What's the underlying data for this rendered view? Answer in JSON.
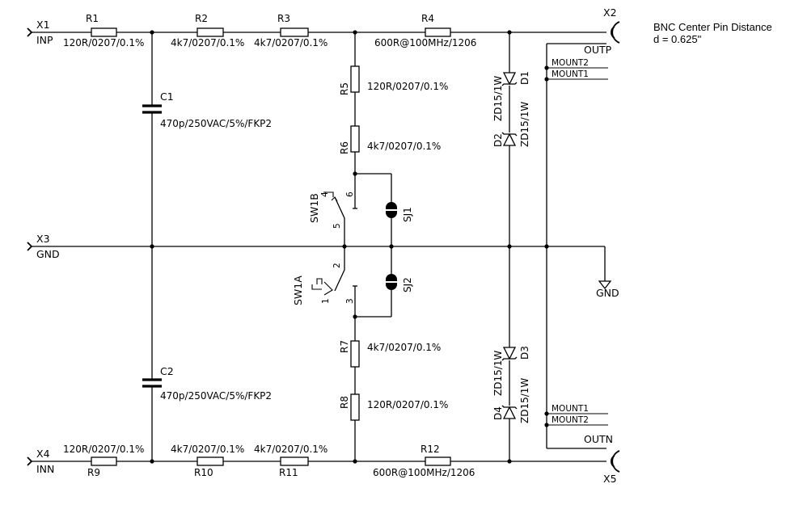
{
  "note": {
    "line1": "BNC Center Pin Distance",
    "line2": "d = 0.625\""
  },
  "connectors": {
    "x1": {
      "ref": "X1",
      "net": "INP"
    },
    "x3": {
      "ref": "X3",
      "net": "GND"
    },
    "x4": {
      "ref": "X4",
      "net": "INN"
    },
    "x2": {
      "ref": "X2",
      "net": "OUTP"
    },
    "x5": {
      "ref": "X5",
      "net": "OUTN"
    }
  },
  "resistors": {
    "r1": {
      "ref": "R1",
      "value": "120R/0207/0.1%"
    },
    "r2": {
      "ref": "R2",
      "value": "4k7/0207/0.1%"
    },
    "r3": {
      "ref": "R3",
      "value": "4k7/0207/0.1%"
    },
    "r4": {
      "ref": "R4",
      "value": "600R@100MHz/1206"
    },
    "r5": {
      "ref": "R5",
      "value": "120R/0207/0.1%"
    },
    "r6": {
      "ref": "R6",
      "value": "4k7/0207/0.1%"
    },
    "r7": {
      "ref": "R7",
      "value": "4k7/0207/0.1%"
    },
    "r8": {
      "ref": "R8",
      "value": "120R/0207/0.1%"
    },
    "r9": {
      "ref": "R9",
      "value": "120R/0207/0.1%"
    },
    "r10": {
      "ref": "R10",
      "value": "4k7/0207/0.1%"
    },
    "r11": {
      "ref": "R11",
      "value": "4k7/0207/0.1%"
    },
    "r12": {
      "ref": "R12",
      "value": "600R@100MHz/1206"
    }
  },
  "capacitors": {
    "c1": {
      "ref": "C1",
      "value": "470p/250VAC/5%/FKP2"
    },
    "c2": {
      "ref": "C2",
      "value": "470p/250VAC/5%/FKP2"
    }
  },
  "diodes": {
    "d1": {
      "ref": "D1",
      "value": "ZD15/1W"
    },
    "d2": {
      "ref": "D2",
      "value": "ZD15/1W"
    },
    "d3": {
      "ref": "D3",
      "value": "ZD15/1W"
    },
    "d4": {
      "ref": "D4",
      "value": "ZD15/1W"
    }
  },
  "switches": {
    "sw1b": {
      "ref": "SW1B",
      "pins": [
        "4",
        "5",
        "6"
      ]
    },
    "sw1a": {
      "ref": "SW1A",
      "pins": [
        "1",
        "2",
        "3"
      ]
    }
  },
  "jumpers": {
    "sj1": "SJ1",
    "sj2": "SJ2"
  },
  "mounts": {
    "m1": "MOUNT1",
    "m2": "MOUNT2"
  },
  "gnd_symbol": "GND"
}
